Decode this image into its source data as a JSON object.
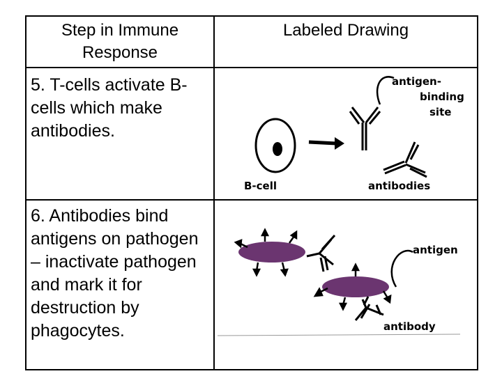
{
  "table": {
    "header": {
      "step": "Step in Immune Response",
      "drawing": "Labeled Drawing"
    },
    "rows": [
      {
        "step_text": "5. T-cells activate B-cells which make antibodies.",
        "labels": {
          "antigen_binding_site_1": "antigen-",
          "antigen_binding_site_2": "binding",
          "antigen_binding_site_3": "site",
          "b_cell": "B-cell",
          "antibodies": "antibodies"
        }
      },
      {
        "step_text": "6. Antibodies bind antigens on pathogen – inactivate pathogen and mark it for destruction by phagocytes.",
        "labels": {
          "antigen": "antigen",
          "antibody": "antibody"
        }
      }
    ]
  },
  "colors": {
    "pathogen_fill": "#6b3570",
    "ink": "#000000"
  }
}
